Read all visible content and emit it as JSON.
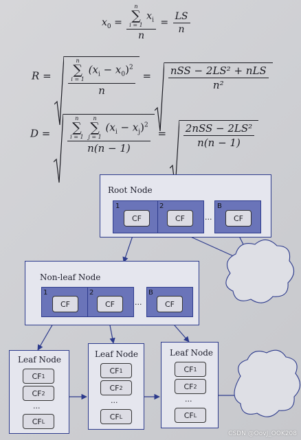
{
  "equations": {
    "x0": {
      "lhs": "x",
      "lhs_sub": "0",
      "sum_top": "n",
      "sum_bottom": "i = 1",
      "num_term": "x",
      "num_sub": "i",
      "den": "n",
      "rhs_num": "LS",
      "rhs_den": "n"
    },
    "R": {
      "lhs": "R",
      "sum_top": "n",
      "sum_bottom": "i = 1",
      "term": "(x",
      "term_sub": "i",
      "term_mid": " − x",
      "term_sub2": "0",
      "term_end": ")",
      "term_sup": "2",
      "den": "n",
      "rhs_num": "nSS − 2LS² + nLS",
      "rhs_den": "n²"
    },
    "D": {
      "lhs": "D",
      "sum1_top": "n",
      "sum1_bottom": "i = 1",
      "sum2_top": "n",
      "sum2_bottom": "j = 1",
      "term": "(x",
      "term_sub": "i",
      "term_mid": " − x",
      "term_sub2": "j",
      "term_end": ")",
      "term_sup": "2",
      "den": "n(n − 1)",
      "rhs_num": "2nSS − 2LS²",
      "rhs_den": "n(n − 1)"
    }
  },
  "diagram": {
    "root": {
      "title": "Root Node",
      "entries": [
        {
          "index": "1",
          "cf": "CF"
        },
        {
          "index": "2",
          "cf": "CF"
        },
        {
          "index": "B",
          "cf": "CF"
        }
      ],
      "dots": "..."
    },
    "nonleaf": {
      "title": "Non-leaf Node",
      "entries": [
        {
          "index": "1",
          "cf": "CF"
        },
        {
          "index": "2",
          "cf": "CF"
        },
        {
          "index": "B",
          "cf": "CF"
        }
      ],
      "dots": "..."
    },
    "leaves": [
      {
        "title": "Leaf Node",
        "cf1": "CF1",
        "cf2": "CF2",
        "dots": "...",
        "cfl": "CFL"
      },
      {
        "title": "Leaf Node",
        "cf1": "CF1",
        "cf2": "CF2",
        "dots": "...",
        "cfl": "CFL"
      },
      {
        "title": "Leaf Node",
        "cf1": "CF1",
        "cf2": "CF2",
        "dots": "...",
        "cfl": "CFL"
      }
    ]
  },
  "watermark": "CSDN @OovJ_OOK208"
}
